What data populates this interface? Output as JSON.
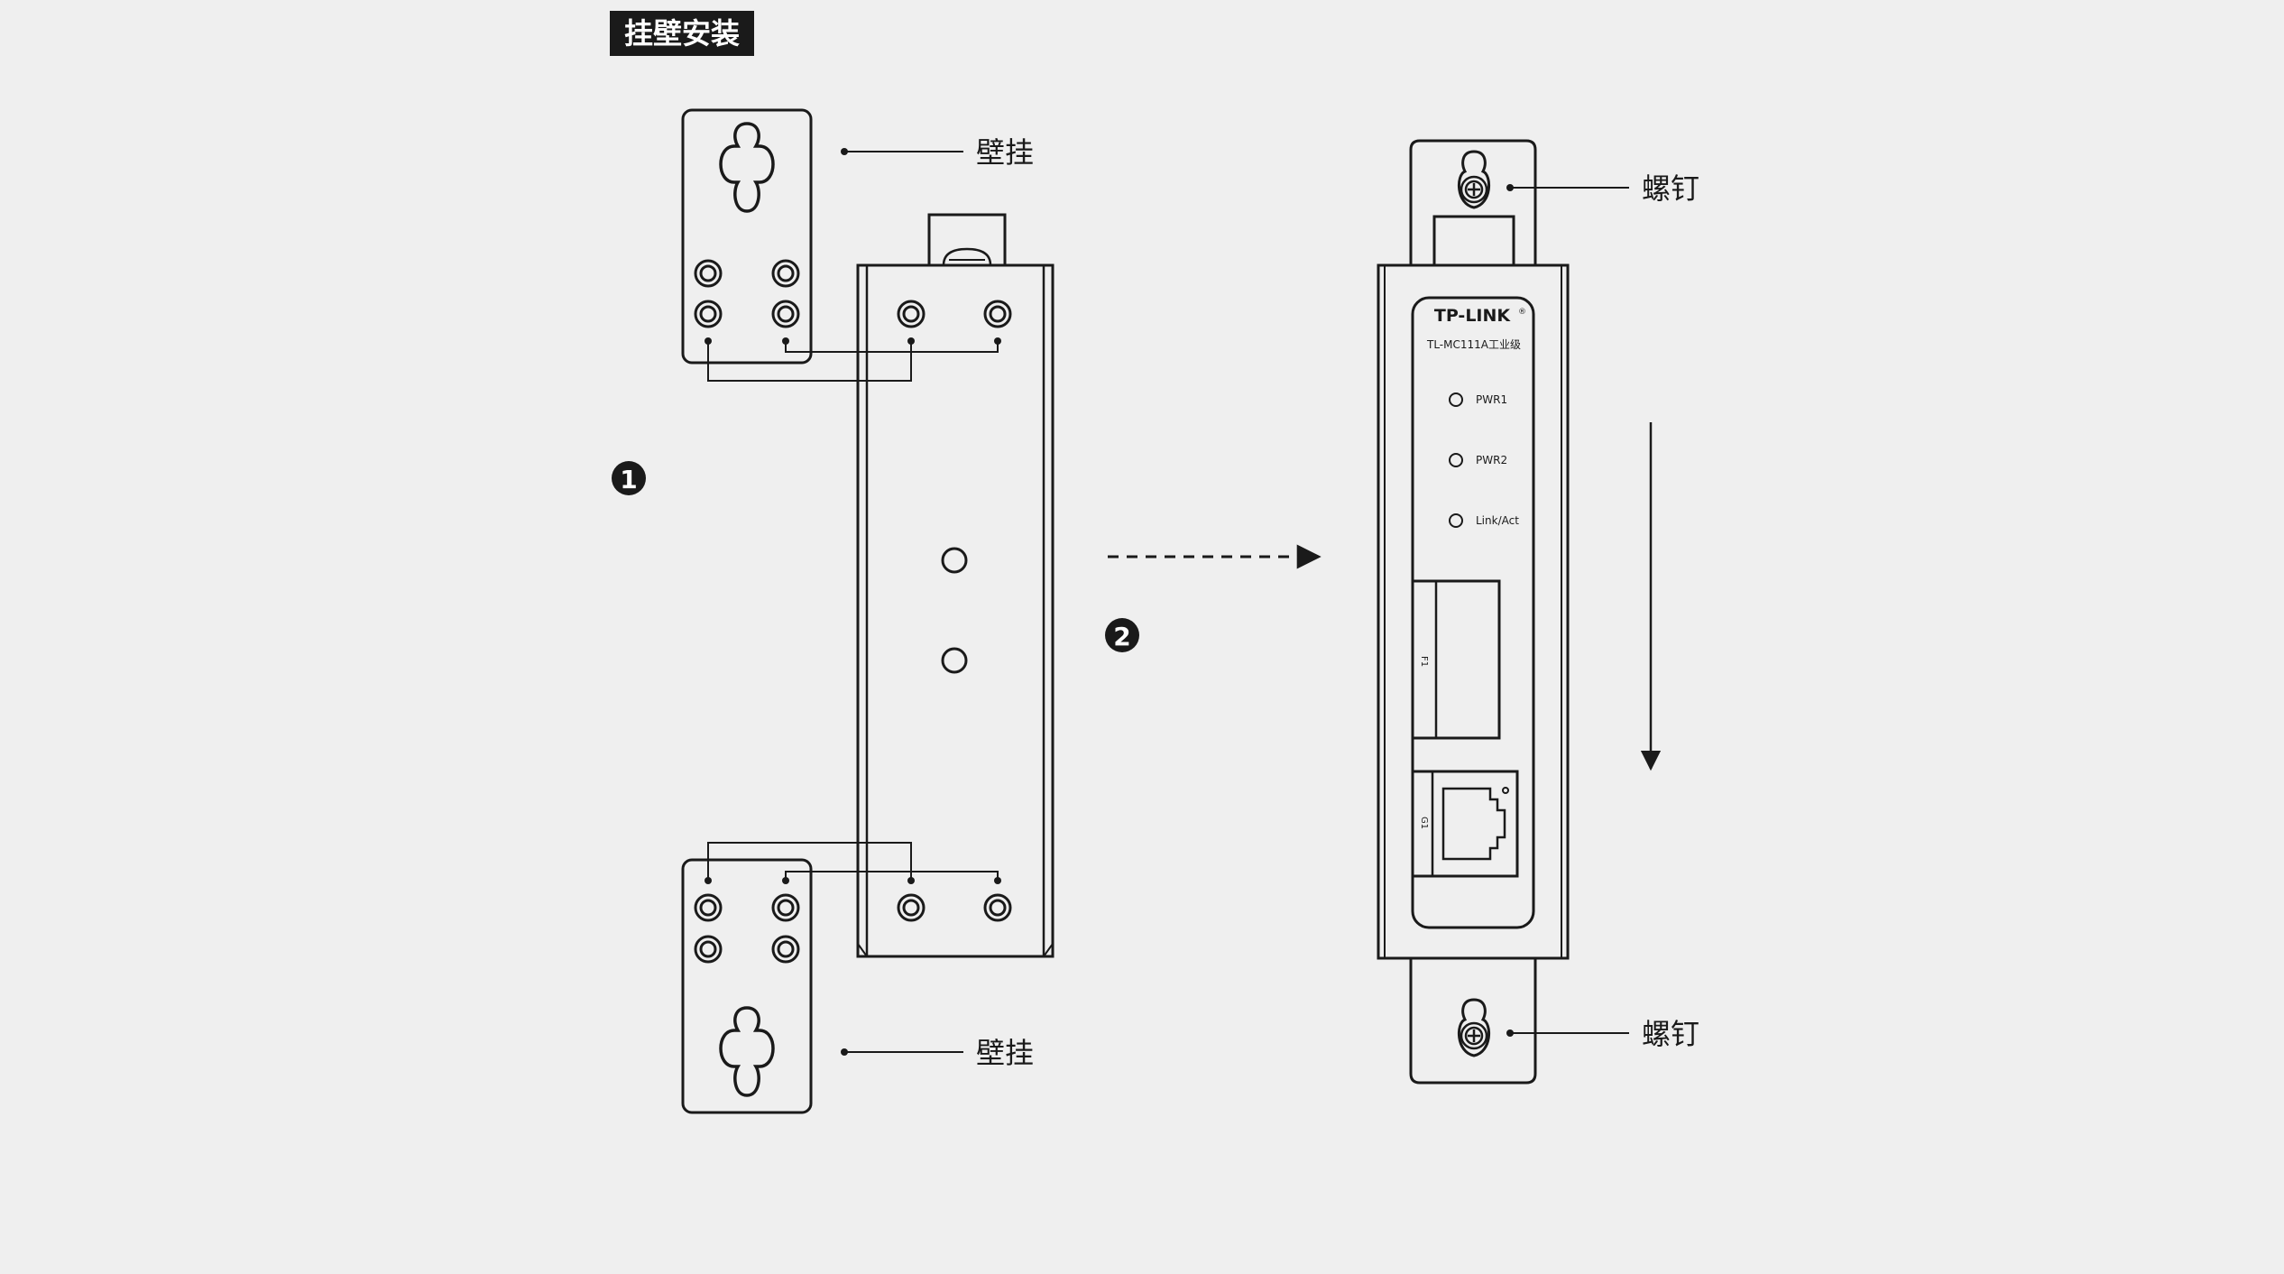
{
  "section_title": "挂壁安装",
  "steps": {
    "step1": "1",
    "step2": "2"
  },
  "labels": {
    "bracket_top": "壁挂",
    "bracket_bottom": "壁挂",
    "screw_top": "螺钉",
    "screw_bottom": "螺钉"
  },
  "device": {
    "brand": "TP-LINK",
    "registered_mark": "®",
    "model": "TL-MC111A工业级",
    "leds": [
      "PWR1",
      "PWR2",
      "Link/Act"
    ],
    "port_fiber": "F1",
    "port_ethernet": "G1"
  },
  "colors": {
    "stroke": "#1a1a1a",
    "background": "#efefef",
    "title_bg": "#1a1a1a"
  }
}
